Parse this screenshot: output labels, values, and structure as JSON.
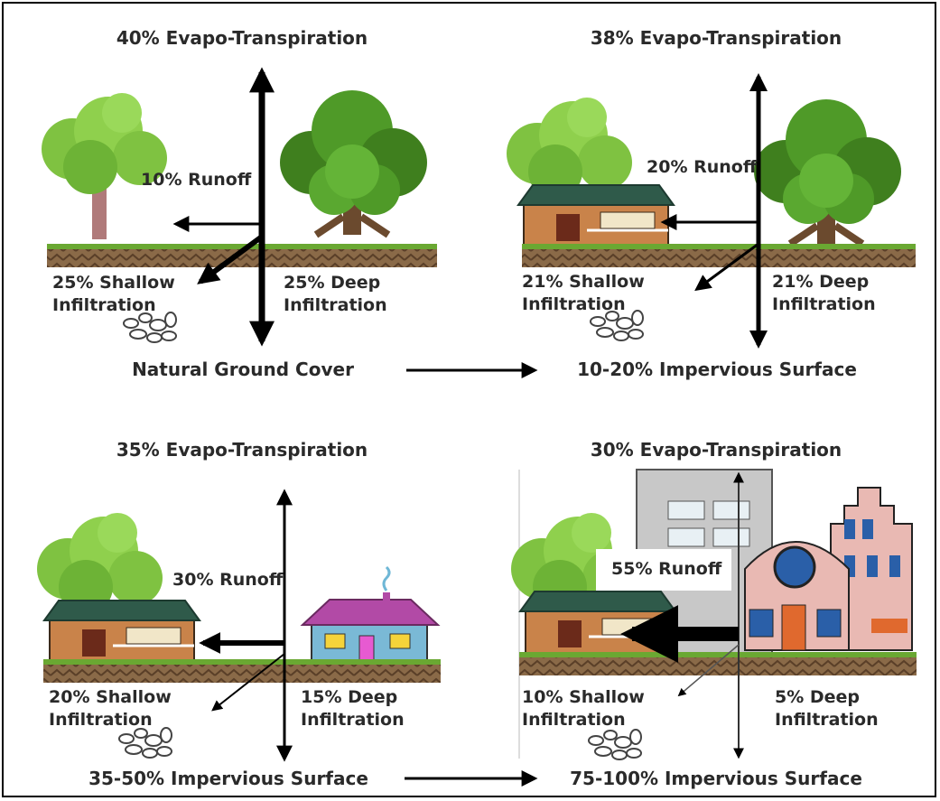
{
  "panels": [
    {
      "evapotranspiration": "40% Evapo-Transpiration",
      "runoff": "10% Runoff",
      "shallow_line1": "25% Shallow",
      "shallow_line2": "Infiltration",
      "deep_line1": "25% Deep",
      "deep_line2": "Infiltration",
      "surface": "Natural Ground Cover"
    },
    {
      "evapotranspiration": "38% Evapo-Transpiration",
      "runoff": "20% Runoff",
      "shallow_line1": "21% Shallow",
      "shallow_line2": "Infiltration",
      "deep_line1": "21% Deep",
      "deep_line2": "Infiltration",
      "surface": "10-20% Impervious Surface"
    },
    {
      "evapotranspiration": "35% Evapo-Transpiration",
      "runoff": "30% Runoff",
      "shallow_line1": "20% Shallow",
      "shallow_line2": "Infiltration",
      "deep_line1": "15% Deep",
      "deep_line2": "Infiltration",
      "surface": "35-50% Impervious Surface"
    },
    {
      "evapotranspiration": "30% Evapo-Transpiration",
      "runoff": "55% Runoff",
      "shallow_line1": "10% Shallow",
      "shallow_line2": "Infiltration",
      "deep_line1": "5% Deep",
      "deep_line2": "Infiltration",
      "surface": "75-100% Impervious Surface"
    }
  ],
  "colors": {
    "tree_light": "#7fc241",
    "tree_dark": "#3f7f1e",
    "trunk": "#b07a7a",
    "soil": "#8a6a48",
    "grass": "#6aa832",
    "house_wall": "#c9834a",
    "house_roof": "#2f5a4a",
    "cottage_roof": "#b24aa6",
    "cottage_wall": "#7ab9d6",
    "building_gray": "#c8c8c8",
    "building_pink": "#e9b9b3",
    "window_blue": "#2a5fa8",
    "arrow": "#000000"
  }
}
